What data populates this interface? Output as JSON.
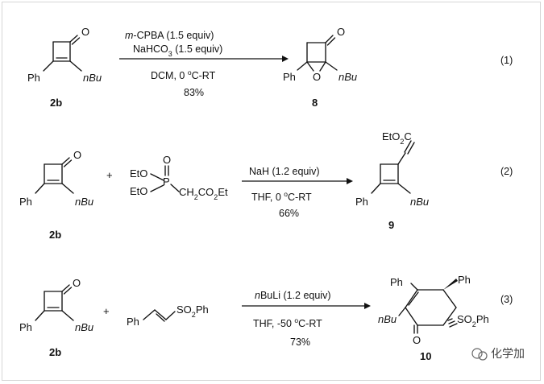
{
  "reactions": [
    {
      "number": "(1)",
      "reactant": {
        "label": "2b",
        "substituent_left": "Ph",
        "substituent_right": "nBu"
      },
      "reagents_above": [
        "m-CPBA (1.5 equiv)",
        "NaHCO3 (1.5 equiv)"
      ],
      "conditions_below": [
        "DCM, 0 oC-RT",
        "83%"
      ],
      "product": {
        "label": "8",
        "substituent_left": "Ph",
        "substituent_right": "nBu",
        "ring_atom": "O"
      }
    },
    {
      "number": "(2)",
      "reactant": {
        "label": "2b",
        "substituent_left": "Ph",
        "substituent_right": "nBu"
      },
      "plus": "+",
      "coreactant": {
        "groups": [
          "EtO",
          "EtO",
          "P",
          "O",
          "CH2CO2Et"
        ]
      },
      "reagents_above": [
        "NaH (1.2 equiv)"
      ],
      "conditions_below": [
        "THF, 0 oC-RT",
        "66%"
      ],
      "product": {
        "label": "9",
        "substituent_top": "EtO2C",
        "substituent_left": "Ph",
        "substituent_right": "nBu"
      }
    },
    {
      "number": "(3)",
      "reactant": {
        "label": "2b",
        "substituent_left": "Ph",
        "substituent_right": "nBu"
      },
      "plus": "+",
      "coreactant": {
        "groups": [
          "Ph",
          "SO2Ph"
        ]
      },
      "reagents_above": [
        "nBuLi (1.2 equiv)"
      ],
      "conditions_below": [
        "THF, -50 oC-RT",
        "73%"
      ],
      "product": {
        "label": "10",
        "substituent_top_left": "Ph",
        "substituent_top_right": "Ph",
        "substituent_left": "nBu",
        "substituent_right": "SO2Ph"
      }
    }
  ],
  "atom_O": "O",
  "watermark": "化学加"
}
